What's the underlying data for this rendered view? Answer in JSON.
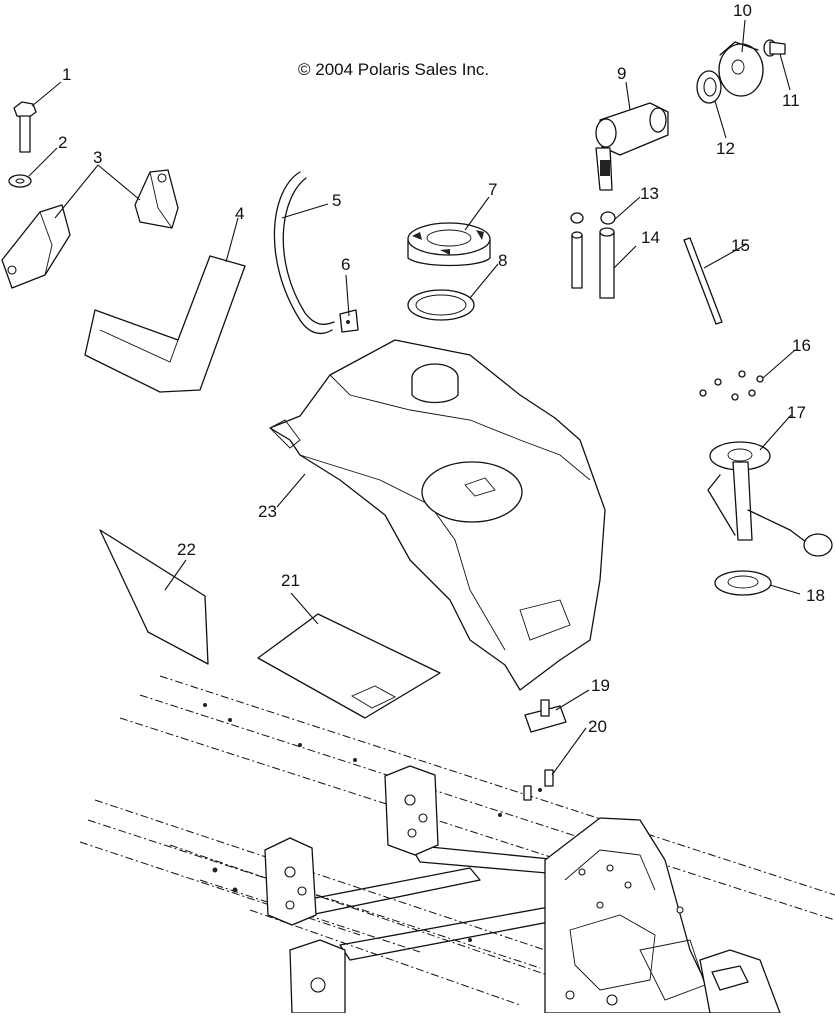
{
  "copyright": "© 2004 Polaris Sales Inc.",
  "callouts": [
    "1",
    "2",
    "3",
    "4",
    "5",
    "6",
    "7",
    "8",
    "9",
    "10",
    "11",
    "12",
    "13",
    "14",
    "15",
    "16",
    "17",
    "18",
    "19",
    "20",
    "21",
    "22",
    "23"
  ]
}
